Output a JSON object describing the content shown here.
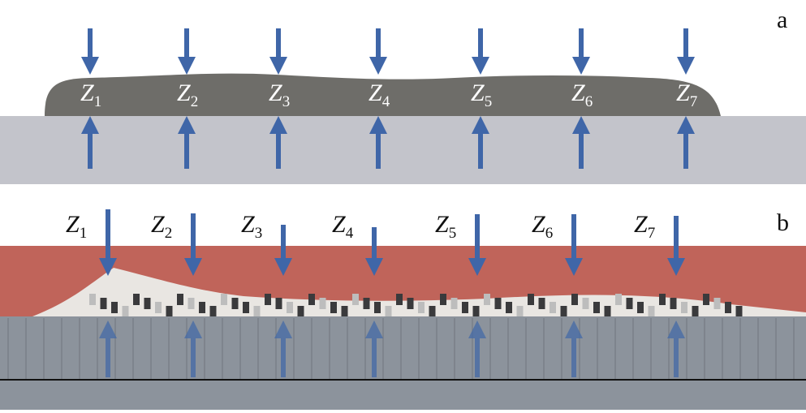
{
  "panels": {
    "a": {
      "label": "a"
    },
    "b": {
      "label": "b"
    }
  },
  "zone_letter": "Z",
  "zones": [
    "1",
    "2",
    "3",
    "4",
    "5",
    "6",
    "7"
  ],
  "colors": {
    "arrow": "#3f66a8",
    "bead": "#6e6d69",
    "substrate_a": "#c3c4cb",
    "clad_layer_b": "#c0645a",
    "substrate_b": "#8c939c"
  }
}
